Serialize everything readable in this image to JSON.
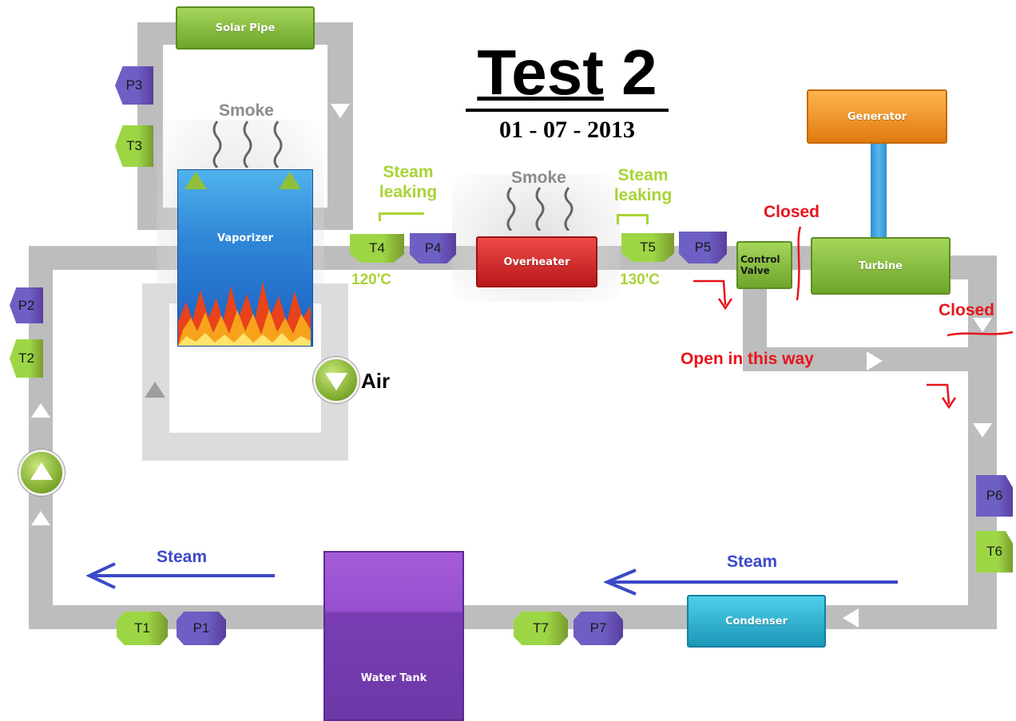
{
  "title": {
    "main": "Test",
    "number": "2",
    "date": "01 - 07 - 2013"
  },
  "components": {
    "solar_pipe": "Solar Pipe",
    "generator": "Generator",
    "vaporizer": "Vaporizer",
    "overheater": "Overheater",
    "control_valve": "Control Valve",
    "turbine": "Turbine",
    "condenser": "Condenser",
    "water_tank": "Water Tank"
  },
  "sensors": {
    "p1": "P1",
    "t1": "T1",
    "p2": "P2",
    "t2": "T2",
    "p3": "P3",
    "t3": "T3",
    "p4": "P4",
    "t4": "T4",
    "p5": "P5",
    "t5": "T5",
    "p6": "P6",
    "t6": "T6",
    "p7": "P7",
    "t7": "T7"
  },
  "annotations": {
    "smoke_vaporizer": "Smoke",
    "smoke_overheater": "Smoke",
    "steam_leaking_line1": "Steam",
    "steam_leaking_line2": "leaking",
    "temp_t4": "120'C",
    "temp_t5": "130'C",
    "closed_valve": "Closed",
    "closed_pipe": "Closed",
    "open_in_this_way": "Open in this way",
    "air": "Air",
    "steam_left": "Steam",
    "steam_right": "Steam"
  },
  "colors": {
    "pipe": "#bdbdbd",
    "annotation_green": "#a8d436",
    "annotation_red": "#e8141b",
    "annotation_blue": "#3a49c8",
    "temperature_sensor": "#9dd645",
    "pressure_sensor": "#6e5fc4"
  }
}
